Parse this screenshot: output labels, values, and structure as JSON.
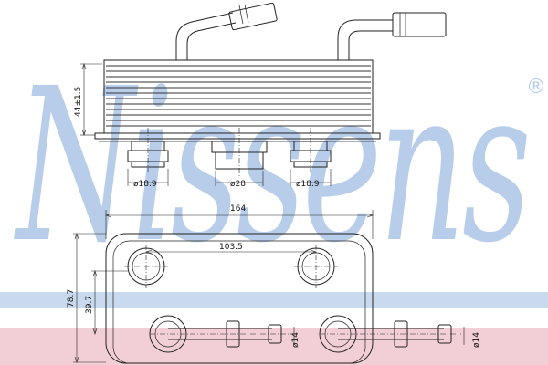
{
  "watermark": {
    "brand": "Nissens",
    "registered_mark": "®",
    "colors": {
      "text": "#b7cde9",
      "band_blue": "#c9d9ee",
      "band_pink": "#f2cfd7"
    }
  },
  "side_view": {
    "height_dimension": "44±1.5",
    "port_left_diameter": "ø18.9",
    "port_center_width": "ø28",
    "port_right_diameter": "ø18.9"
  },
  "top_view": {
    "overall_width": "164",
    "port_spacing": "103.5",
    "overall_height": "78.7",
    "port_offset": "39.7",
    "pipe_diameter_left": "ø14",
    "pipe_diameter_right": "ø14"
  }
}
